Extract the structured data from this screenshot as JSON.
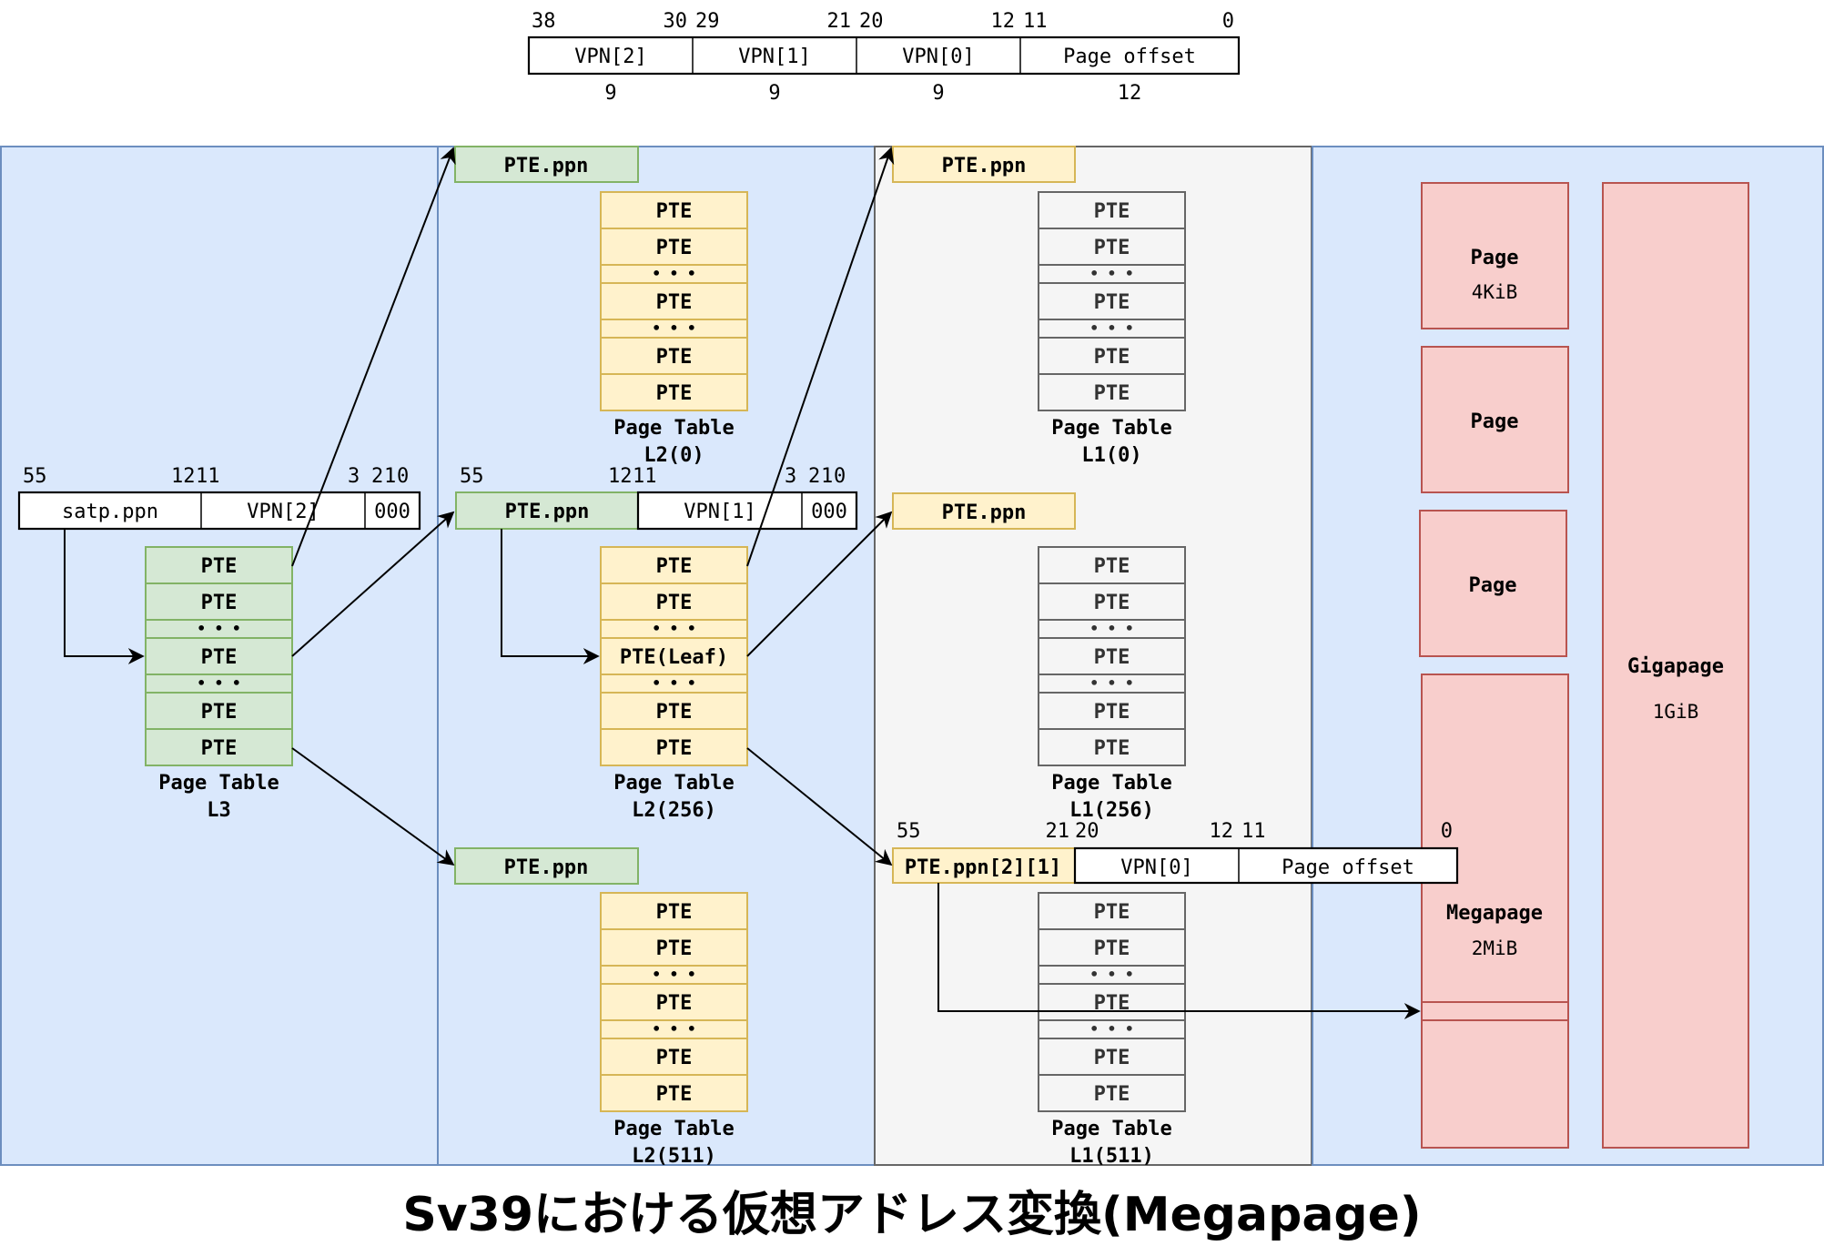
{
  "virtual_address": {
    "fields": [
      {
        "label": "VPN[2]",
        "hi": "38",
        "lo": "30",
        "width": "9"
      },
      {
        "label": "VPN[1]",
        "hi": "29",
        "lo": "21",
        "width": "9"
      },
      {
        "label": "VPN[0]",
        "hi": "20",
        "lo": "12",
        "width": "9"
      },
      {
        "label": "Page offset",
        "hi": "11",
        "lo": "0",
        "width": "12"
      }
    ]
  },
  "colors": {
    "panel_blue": "#dae8fc",
    "panel_blue_border": "#6c8ebf",
    "panel_grey": "#f5f5f5",
    "panel_grey_border": "#666666",
    "green_fill": "#d5e8d4",
    "green_border": "#82b366",
    "yellow_fill": "#fff2cc",
    "yellow_border": "#d6b656",
    "red_fill": "#f8cecc",
    "red_border": "#b85450"
  },
  "satp_addr": {
    "fields": [
      "satp.ppn",
      "VPN[2]",
      "000"
    ],
    "bits": [
      "55",
      "12",
      "11",
      "3",
      "2",
      "1",
      "0"
    ]
  },
  "l2_addr": {
    "fields": [
      "PTE.ppn",
      "VPN[1]",
      "000"
    ],
    "bits": [
      "55",
      "12",
      "11",
      "3",
      "2",
      "1",
      "0"
    ]
  },
  "mega_addr": {
    "fields": [
      "PTE.ppn[2][1]",
      "VPN[0]",
      "Page offset"
    ],
    "bits": [
      "55",
      "21",
      "20",
      "12",
      "11",
      "0"
    ]
  },
  "pte_ppn_label": "PTE.ppn",
  "pte_label": "PTE",
  "pte_leaf_label": "PTE(Leaf)",
  "ellipsis": "• • •",
  "tables": {
    "l3": {
      "line1": "Page Table",
      "line2": "L3"
    },
    "l2_0": {
      "line1": "Page Table",
      "line2": "L2(0)"
    },
    "l2_256": {
      "line1": "Page Table",
      "line2": "L2(256)"
    },
    "l2_511": {
      "line1": "Page Table",
      "line2": "L2(511)"
    },
    "l1_0": {
      "line1": "Page Table",
      "line2": "L1(0)"
    },
    "l1_256": {
      "line1": "Page Table",
      "line2": "L1(256)"
    },
    "l1_511": {
      "line1": "Page Table",
      "line2": "L1(511)"
    }
  },
  "pages": [
    {
      "label": "Page",
      "size": "4KiB"
    },
    {
      "label": "Page",
      "size": ""
    },
    {
      "label": "Page",
      "size": ""
    }
  ],
  "megapage": {
    "label": "Megapage",
    "size": "2MiB"
  },
  "gigapage": {
    "label": "Gigapage",
    "size": "1GiB"
  },
  "title": "Sv39における仮想アドレス変換(Megapage)"
}
